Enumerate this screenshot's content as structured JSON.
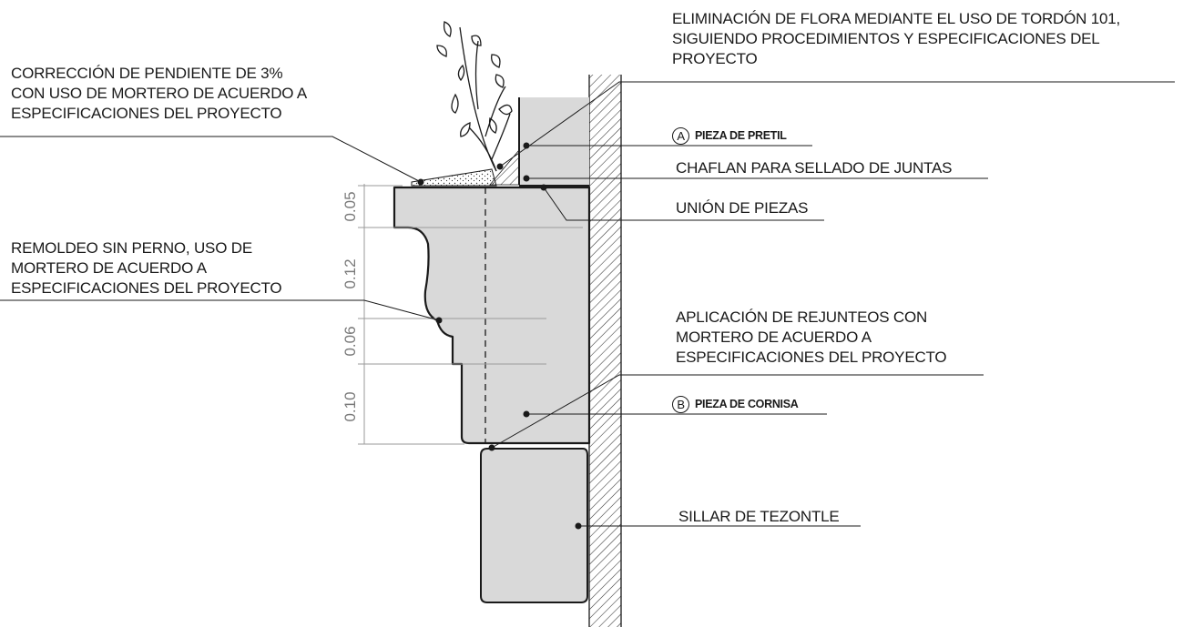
{
  "labels": {
    "flora": [
      "ELIMINACIÓN DE FLORA MEDIANTE EL USO DE TORDÓN 101,",
      "SIGUIENDO PROCEDIMIENTOS Y ESPECIFICACIONES DEL",
      "PROYECTO"
    ],
    "pendiente": [
      "CORRECCIÓN DE PENDIENTE DE 3%",
      "CON  USO DE MORTERO DE ACUERDO A",
      "ESPECIFICACIONES DEL PROYECTO"
    ],
    "pieza_pretil": {
      "letter": "A",
      "text": "PIEZA DE PRETIL"
    },
    "chaflan": "CHAFLAN PARA SELLADO DE JUNTAS",
    "union": "UNIÓN DE PIEZAS",
    "remoldeo": [
      "REMOLDEO SIN PERNO, USO DE",
      "MORTERO DE ACUERDO A",
      "ESPECIFICACIONES DEL PROYECTO"
    ],
    "rejunteo": [
      "APLICACIÓN DE REJUNTEOS CON",
      "MORTERO DE ACUERDO A",
      "ESPECIFICACIONES DEL PROYECTO"
    ],
    "pieza_cornisa": {
      "letter": "B",
      "text": "PIEZA DE CORNISA"
    },
    "sillar": "SILLAR DE TEZONTLE"
  },
  "dimensions": [
    "0.05",
    "0.12",
    "0.06",
    "0.10"
  ],
  "colors": {
    "stone_fill": "#d9d9d9",
    "line": "#1a1a1a",
    "dim_line": "#9a9a9a"
  }
}
